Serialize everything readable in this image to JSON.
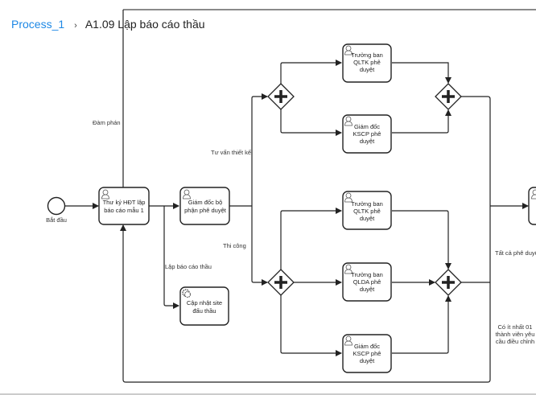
{
  "breadcrumb": {
    "root": "Process_1",
    "separator": "›",
    "current": "A1.09 Lập báo cáo thầu"
  },
  "diagram": {
    "start_event": {
      "label": "Bắt đầu"
    },
    "tasks": {
      "secretary": {
        "lines": [
          "Thư ký HĐT lập",
          "báo cáo mẫu 1"
        ],
        "icon": "user-icon"
      },
      "dept_director": {
        "lines": [
          "Giám đốc bộ",
          "phận phê duyệt"
        ],
        "icon": "user-icon"
      },
      "update_site": {
        "lines": [
          "Cập nhật site",
          "đấu thầu"
        ],
        "icon": "gear-icon"
      },
      "design_qltk": {
        "lines": [
          "Trưởng ban",
          "QLTK phê",
          "duyệt"
        ],
        "icon": "user-icon"
      },
      "design_kscp": {
        "lines": [
          "Giám đốc",
          "KSCP phê",
          "duyệt"
        ],
        "icon": "user-icon"
      },
      "build_qltk": {
        "lines": [
          "Trưởng ban",
          "QLTK phê",
          "duyệt"
        ],
        "icon": "user-icon"
      },
      "build_qlda": {
        "lines": [
          "Trưởng ban",
          "QLDA phê",
          "duyệt"
        ],
        "icon": "user-icon"
      },
      "build_kscp": {
        "lines": [
          "Giám đốc",
          "KSCP phê",
          "duyệt"
        ],
        "icon": "user-icon"
      }
    },
    "flow_labels": {
      "negotiation": "Đàm phán",
      "design_consulting": "Tư vấn thiết kế",
      "construction": "Thi công",
      "make_report": "Lập báo cáo thầu",
      "all_approved": "Tất cả phê duyệt",
      "revise": [
        "Có ít nhất 01",
        "thành viên yêu",
        "cầu điều chỉnh"
      ]
    }
  }
}
